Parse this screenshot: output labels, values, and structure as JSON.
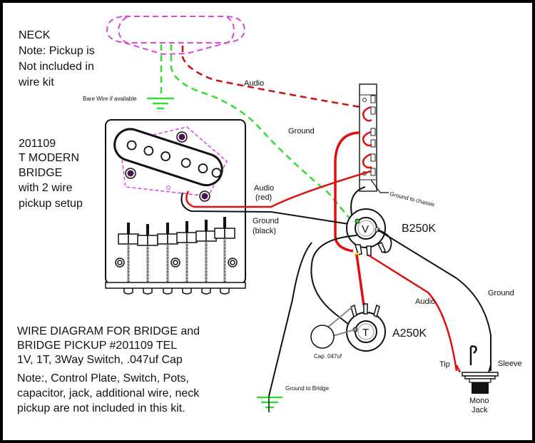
{
  "diagram": {
    "neck_block": {
      "lines": [
        "NECK",
        "Note: Pickup is",
        "Not included in",
        "wire kit"
      ]
    },
    "bridge_block": {
      "lines": [
        "201109",
        "T MODERN",
        "BRIDGE",
        "with 2 wire",
        "pickup setup"
      ]
    },
    "title_block": {
      "lines": [
        "WIRE DIAGRAM FOR BRIDGE and",
        "BRIDGE PICKUP #201109 TEL",
        "1V, 1T, 3Way Switch, .047uf Cap"
      ],
      "note_lines": [
        "Note:, Control Plate, Switch, Pots,",
        "capacitor, jack, additional wire, neck",
        "pickup are not included in this kit."
      ]
    },
    "labels": {
      "bare_wire": "Bare Wire if available",
      "neck_audio": "Audio",
      "neck_ground": "Ground",
      "bridge_audio": [
        "Audio",
        "(red)"
      ],
      "bridge_ground": [
        "Ground",
        "(black)"
      ],
      "ground_to_chassis": "Ground to chassis",
      "volume_pot": "B250K",
      "volume_symbol": "V",
      "tone_pot": "A250K",
      "tone_symbol": "T",
      "cap": "Cap .047uf",
      "ground_to_bridge": "Ground to Bridge",
      "jack_audio": "Audio",
      "jack_ground": "Ground",
      "tip": "Tip",
      "sleeve": "Sleeve",
      "jack": [
        "Mono",
        "Jack"
      ]
    },
    "colors": {
      "audio_wire": "#e01010",
      "ground_wire": "#111111",
      "neck_ground_wire": "#33dd33",
      "pickup_outline": "#dd44dd",
      "cap_lead": "#888888"
    }
  }
}
